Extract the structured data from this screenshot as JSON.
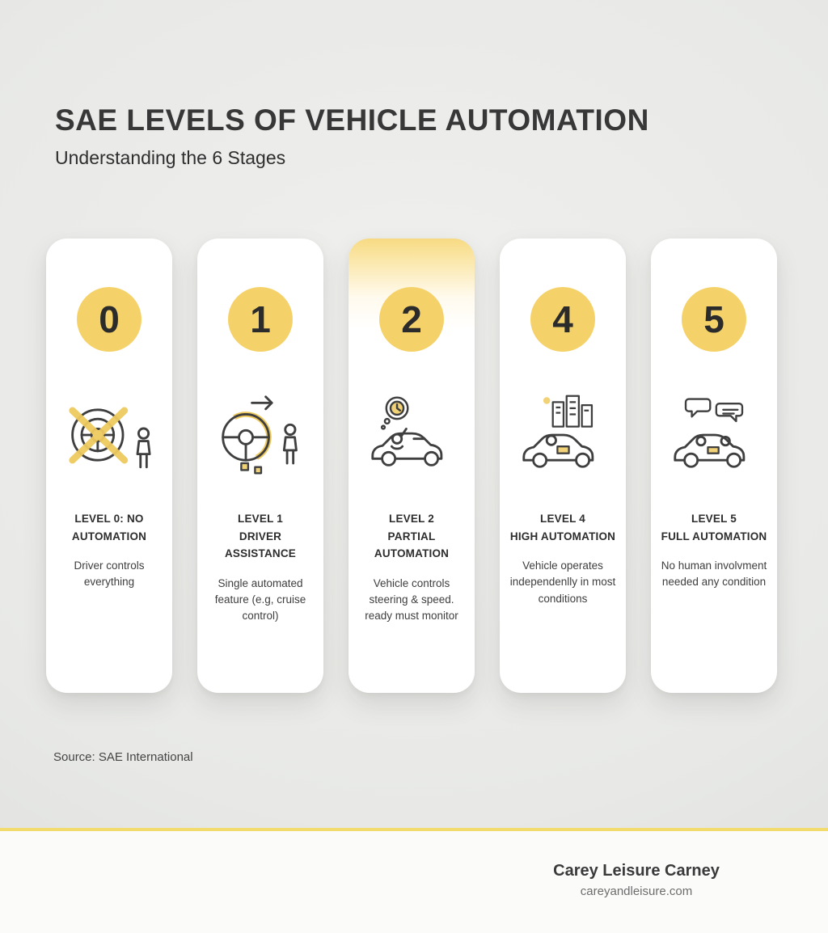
{
  "page": {
    "title": "SAE LEVELS OF VEHICLE AUTOMATION",
    "subtitle": "Understanding the 6 Stages",
    "source": "Source: SAE International",
    "brand_name": "Carey Leisure Carney",
    "brand_url": "careyandleisure.com"
  },
  "colors": {
    "background": "#e9eae8",
    "card": "#ffffff",
    "accent_yellow": "#f5d269",
    "divider_yellow": "#f2dc6e",
    "text_dark": "#2d2d2d",
    "text_gray": "#6d6d6d"
  },
  "levels": [
    {
      "number": "0",
      "icon": "steering-wheel-crossed-icon",
      "heading": "LEVEL 0: NO\nAUTOMATION",
      "description": "Driver controls everything",
      "highlighted": false
    },
    {
      "number": "1",
      "icon": "steering-wheel-assist-icon",
      "heading": "LEVEL 1\nDRIVER ASSISTANCE",
      "description": "Single automated feature (e.g, cruise control)",
      "highlighted": false
    },
    {
      "number": "2",
      "icon": "driver-monitoring-car-icon",
      "heading": "LEVEL 2\nPARTIAL AUTOMATION",
      "description": "Vehicle controls steering & speed. ready must monitor",
      "highlighted": true
    },
    {
      "number": "4",
      "icon": "autonomous-car-city-icon",
      "heading": "LEVEL 4\nHIGH AUTOMATION",
      "description": "Vehicle operates independenlly in most conditions",
      "highlighted": false
    },
    {
      "number": "5",
      "icon": "passengers-chatting-car-icon",
      "heading": "LEVEL 5\nFULL AUTOMATION",
      "description": "No human involvment needed any condition",
      "highlighted": false
    }
  ]
}
